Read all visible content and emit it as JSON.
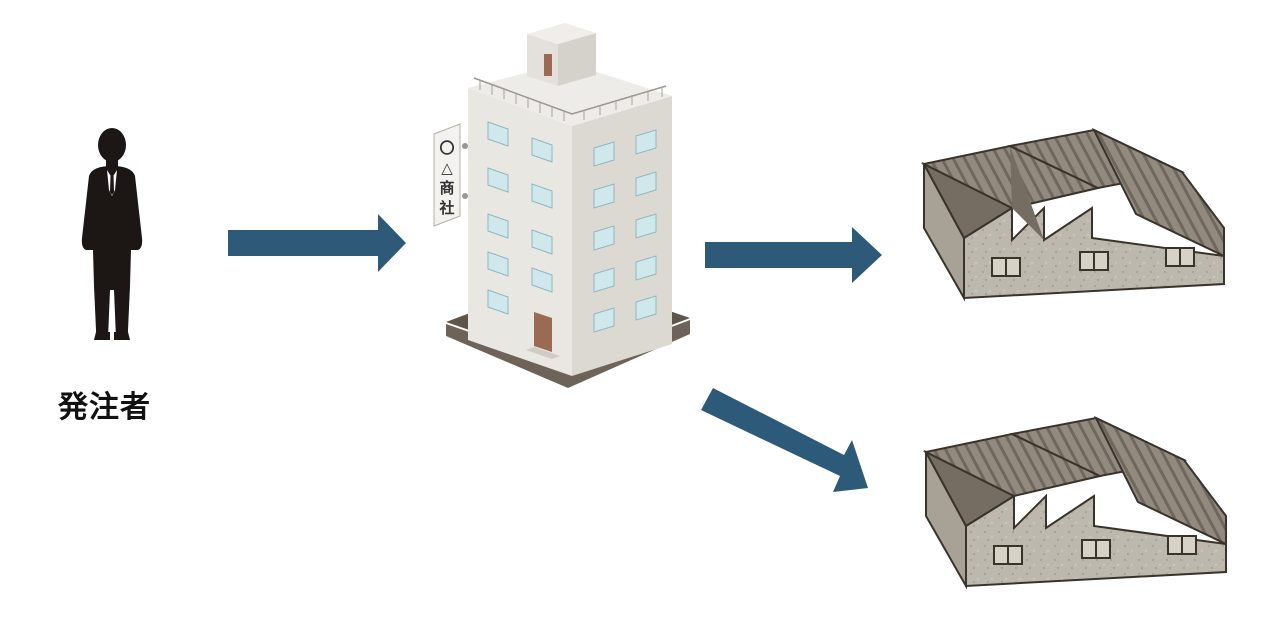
{
  "orderer": {
    "label": "発注者"
  },
  "trading_company": {
    "sign_chars": [
      "〇",
      "△",
      "商",
      "社"
    ]
  },
  "colors": {
    "arrow": "#2e5a7a",
    "silhouette": "#1c1614",
    "building_front": "#e9e7e2",
    "building_side": "#dcd9d3",
    "window": "#cfe8ec",
    "factory_wall": "#b9b4a9",
    "factory_roof": "#8c8378"
  },
  "icons": [
    "person-silhouette-icon",
    "office-building-icon",
    "factory-icon",
    "factory-icon"
  ]
}
